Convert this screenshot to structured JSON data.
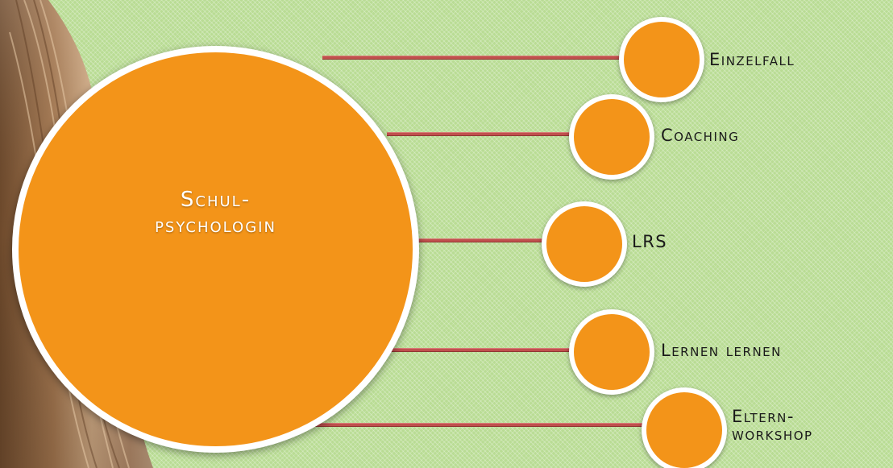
{
  "diagram": {
    "center": {
      "line1": "Schul-",
      "line2": "psychologin"
    },
    "nodes": [
      {
        "line1": "Einzelfall"
      },
      {
        "line1": "Coaching"
      },
      {
        "line1": "LRS"
      },
      {
        "line1": "Lernen lernen"
      },
      {
        "line1": "Eltern-",
        "line2": "workshop"
      }
    ]
  },
  "colors": {
    "background": "#b9dc94",
    "circle_fill": "#f39419",
    "circle_border": "#ffffff",
    "connector": "#c0504d",
    "center_text": "#ffffff",
    "node_text": "#1a1a1a"
  }
}
